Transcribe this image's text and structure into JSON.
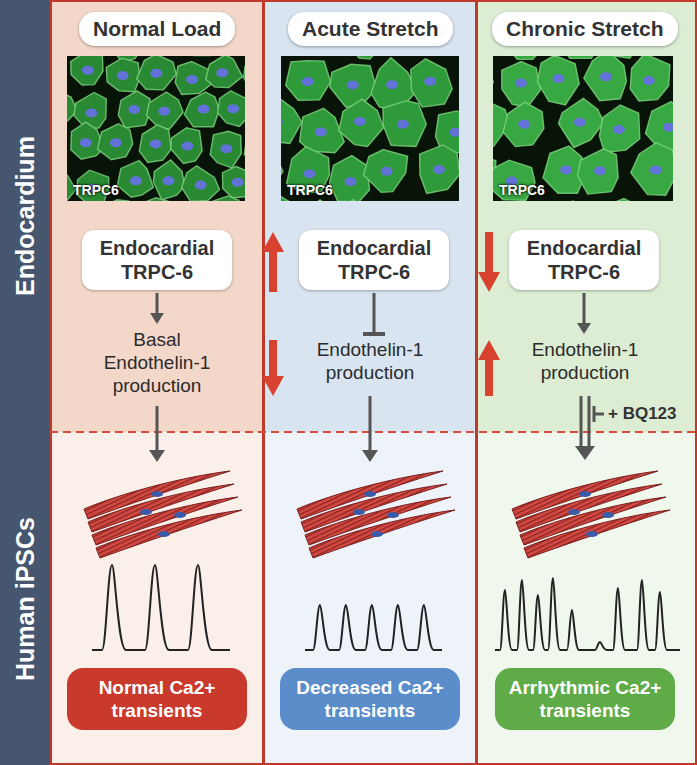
{
  "diagram": {
    "nodes": [
      {
        "text": [
          "Endocardium"
        ]
      },
      {
        "text": [
          "Normal Load"
        ]
      },
      {
        "text": [
          "Acute Stretch"
        ]
      },
      {
        "text": [
          "Chronic Stretch"
        ]
      },
      {
        "text": [
          "TRPC6"
        ]
      },
      {
        "text": [
          "TRPC6"
        ]
      },
      {
        "text": [
          "TRPC6"
        ]
      },
      {
        "text": [
          "Endocardial TRPC-6"
        ]
      },
      {
        "text": [
          "Endocardial TRPC-6"
        ]
      },
      {
        "text": [
          "Endocardial TRPC-6"
        ]
      },
      {
        "text": [
          "Basal Endothelin-1 production"
        ]
      },
      {
        "text": [
          "Endothelin-1 production"
        ]
      },
      {
        "text": [
          "Endothelin-1 production"
        ]
      },
      {
        "text": [
          "Human iPSCs"
        ]
      },
      {
        "text": [
          "Normal Ca2+ transients"
        ]
      },
      {
        "text": [
          "Decreased Ca2+ transients"
        ]
      },
      {
        "text": [
          "Arrhythmic Ca2+ transients"
        ]
      }
    ],
    "edges": [
      {
        "from": 7,
        "to": 10,
        "arrow": "to"
      },
      {
        "from": 8,
        "to": 11,
        "arrow": "to"
      },
      {
        "from": 9,
        "to": 12,
        "arrow": "to"
      }
    ],
    "labels": [
      "+ BQ123"
    ]
  }
}
